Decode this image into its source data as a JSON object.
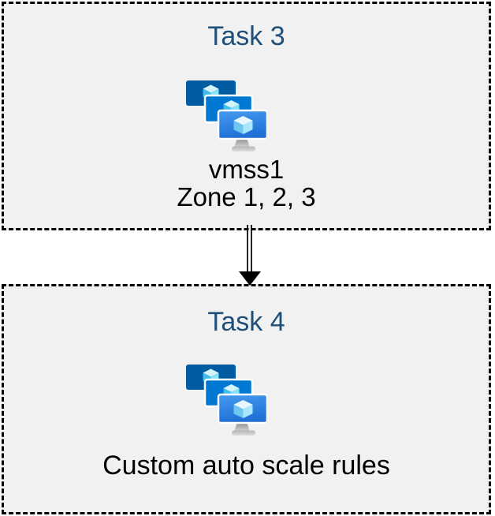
{
  "diagram": {
    "type": "flow",
    "boxes": [
      {
        "title": "Task 3",
        "labels": [
          "vmss1",
          "Zone 1, 2, 3"
        ],
        "icon": "vm-scale-set"
      },
      {
        "title": "Task 4",
        "labels": [
          "Custom auto scale rules"
        ],
        "icon": "vm-scale-set"
      }
    ],
    "connector": {
      "style": "double-line-arrow",
      "direction": "down"
    },
    "colors": {
      "box_background": "#F1F1F1",
      "box_border": "#000000",
      "title_text": "#1F4E79",
      "label_text": "#000000",
      "monitor_back": "#005BA1",
      "monitor_middle": "#0078D4",
      "monitor_front_top": "#3E97EE",
      "monitor_front_bottom": "#2070D6",
      "cube_top": "#EAF7FE",
      "cube_left": "#4DC3EF",
      "cube_right": "#9BE6FD",
      "stand_gray": "#C6C6C6",
      "arrow": "#000000"
    }
  }
}
